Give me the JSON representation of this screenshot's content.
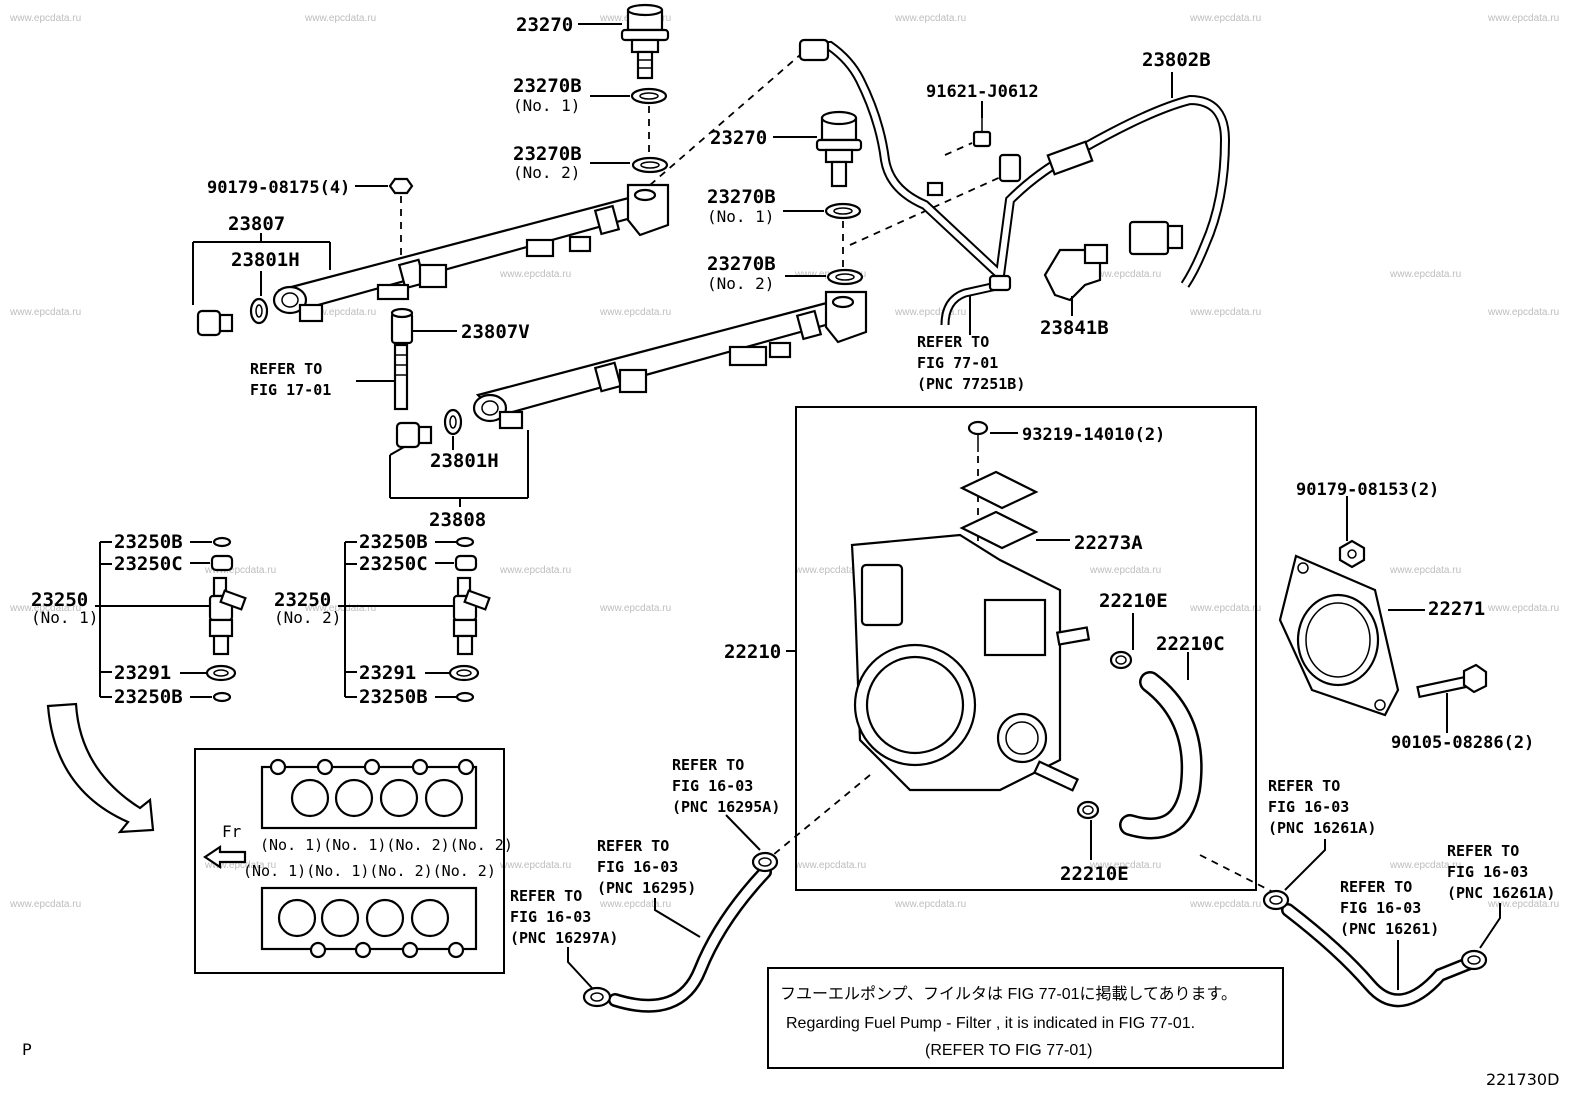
{
  "watermark": "www.epcdata.ru",
  "labels": {
    "p23270_a": "23270",
    "p23270b_no1_a": "23270B",
    "p23270b_no1_a_sub": "(No. 1)",
    "p23270b_no2_a": "23270B",
    "p23270b_no2_a_sub": "(No. 2)",
    "p90179_08175": "90179-08175(4)",
    "p23807": "23807",
    "p23801h_a": "23801H",
    "p23807v": "23807V",
    "p23270_b": "23270",
    "p23270b_no1_b": "23270B",
    "p23270b_no1_b_sub": "(No. 1)",
    "p23270b_no2_b": "23270B",
    "p23270b_no2_b_sub": "(No. 2)",
    "p23801h_b": "23801H",
    "p23808": "23808",
    "p91621": "91621-J0612",
    "p23802b": "23802B",
    "p23841b": "23841B",
    "p93219": "93219-14010(2)",
    "p22273a": "22273A",
    "p22210e_a": "22210E",
    "p22210c": "22210C",
    "p22210": "22210",
    "p22210e_b": "22210E",
    "p90179_08153": "90179-08153(2)",
    "p22271": "22271",
    "p90105": "90105-08286(2)",
    "inj1_23250b_top": "23250B",
    "inj1_23250c": "23250C",
    "inj1_23250": "23250",
    "inj1_sub": "(No. 1)",
    "inj1_23291": "23291",
    "inj1_23250b_bot": "23250B",
    "inj2_23250b_top": "23250B",
    "inj2_23250c": "23250C",
    "inj2_23250": "23250",
    "inj2_sub": "(No. 2)",
    "inj2_23291": "23291",
    "inj2_23250b_bot": "23250B"
  },
  "refs": {
    "fig1701": {
      "l1": "REFER TO",
      "l2": "FIG 17-01"
    },
    "fig7701": {
      "l1": "REFER TO",
      "l2": "FIG 77-01",
      "l3": "(PNC 77251B)"
    },
    "p16295a": {
      "l1": "REFER TO",
      "l2": "FIG 16-03",
      "l3": "(PNC 16295A)"
    },
    "p16295": {
      "l1": "REFER TO",
      "l2": "FIG 16-03",
      "l3": "(PNC 16295)"
    },
    "p16297a": {
      "l1": "REFER TO",
      "l2": "FIG 16-03",
      "l3": "(PNC 16297A)"
    },
    "p16261a_left": {
      "l1": "REFER TO",
      "l2": "FIG 16-03",
      "l3": "(PNC 16261A)"
    },
    "p16261": {
      "l1": "REFER TO",
      "l2": "FIG 16-03",
      "l3": "(PNC 16261)"
    },
    "p16261a_right": {
      "l1": "REFER TO",
      "l2": "FIG 16-03",
      "l3": "(PNC 16261A)"
    }
  },
  "inset": {
    "fr": "Fr",
    "row1": "(No. 1)(No. 1)(No. 2)(No. 2)",
    "row2": "(No. 1)(No. 1)(No. 2)(No. 2)"
  },
  "note": {
    "jp": "フユーエルポンプ、フイルタは FIG 77-01に掲載してあります。",
    "en": "Regarding Fuel Pump - Filter , it is indicated in FIG 77-01.",
    "ref": "(REFER TO FIG 77-01)"
  },
  "corner_left": "P",
  "corner_right": "221730D"
}
